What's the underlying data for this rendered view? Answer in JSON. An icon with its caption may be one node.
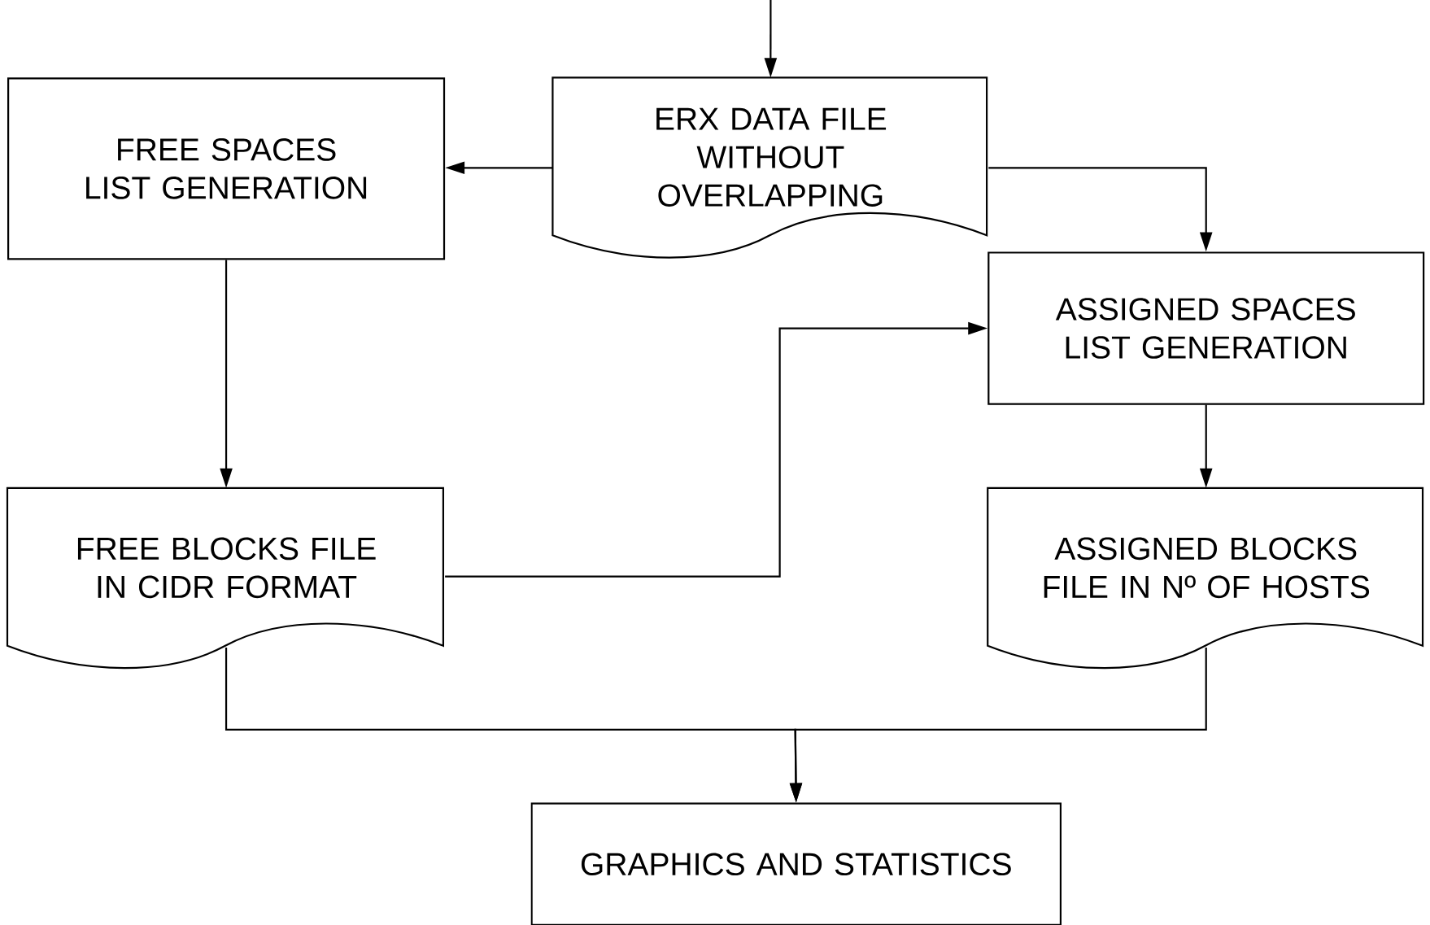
{
  "diagram": {
    "nodes": [
      {
        "text": [
          "ERX DATA FILE WITHOUT OVERLAPPING"
        ]
      },
      {
        "text": [
          "FREE SPACES LIST GENERATION"
        ]
      },
      {
        "text": [
          "ASSIGNED SPACES LIST GENERATION"
        ]
      },
      {
        "text": [
          "FREE BLOCKS FILE IN CIDR FORMAT"
        ]
      },
      {
        "text": [
          "ASSIGNED BLOCKS FILE IN Nº OF HOSTS"
        ]
      },
      {
        "text": [
          "GRAPHICS AND STATISTICS"
        ]
      }
    ],
    "edges": [
      {
        "from": null,
        "to": 0,
        "arrow": "to"
      },
      {
        "from": 0,
        "to": 1,
        "arrow": "to"
      },
      {
        "from": 0,
        "to": 2,
        "arrow": "to"
      },
      {
        "from": 1,
        "to": 3,
        "arrow": "to"
      },
      {
        "from": 3,
        "to": 2,
        "arrow": "to"
      },
      {
        "from": 2,
        "to": 4,
        "arrow": "to"
      },
      {
        "from": 3,
        "to": 5,
        "arrow": "to"
      },
      {
        "from": 4,
        "to": 5,
        "arrow": "to"
      }
    ]
  }
}
